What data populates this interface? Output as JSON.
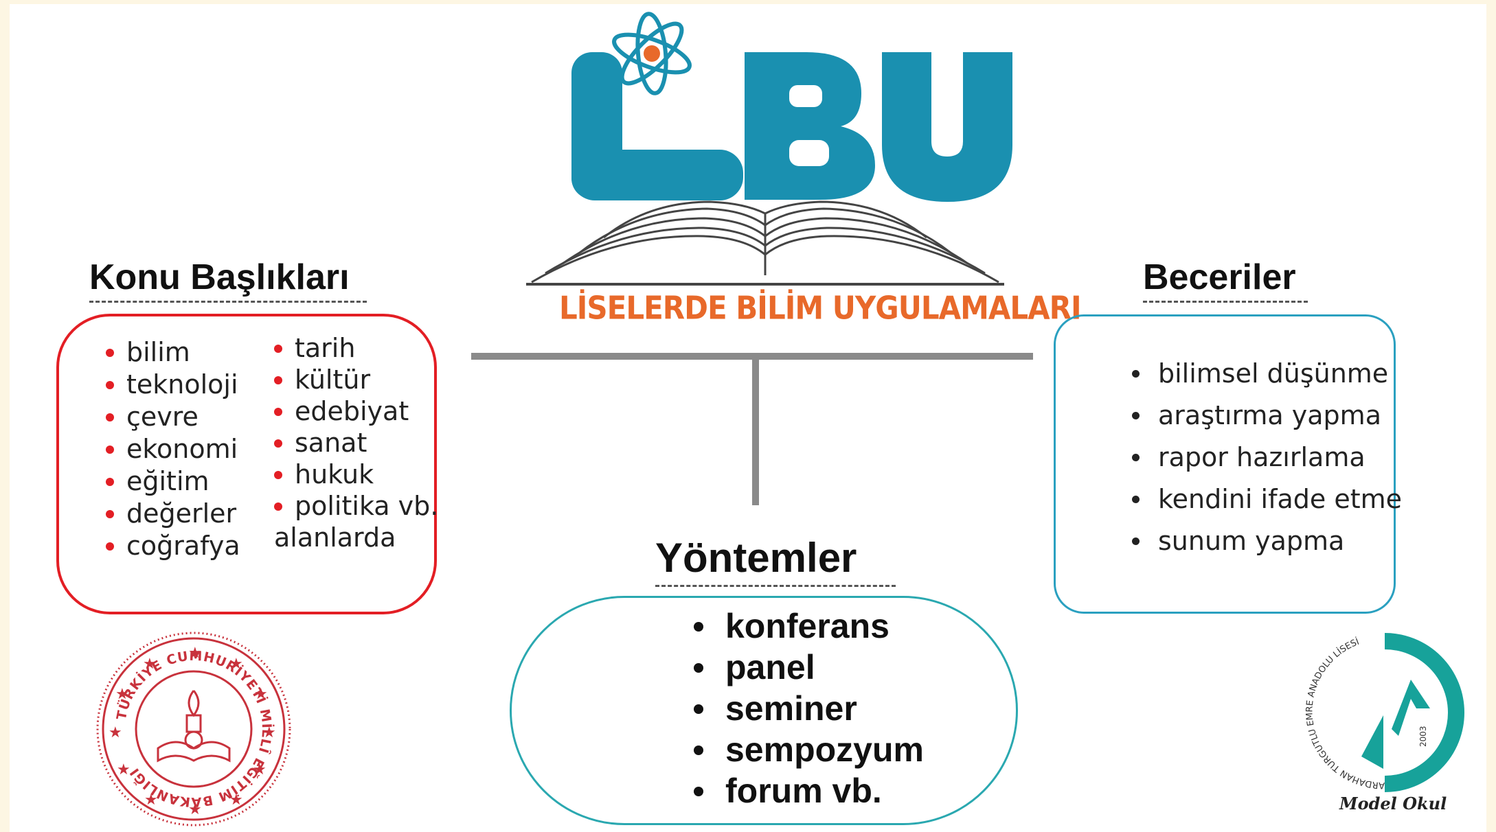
{
  "logo": {
    "letters": "LBU",
    "tagline": "LİSELERDE BİLİM UYGULAMALARI",
    "brand_color": "#1a90b0",
    "accent_color": "#e8692a"
  },
  "topics": {
    "title": "Konu Başlıkları",
    "col1": [
      "bilim",
      "teknoloji",
      "çevre",
      "ekonomi",
      "eğitim",
      "değerler",
      "coğrafya"
    ],
    "col2": [
      "tarih",
      "kültür",
      "edebiyat",
      "sanat",
      "hukuk",
      "politika vb."
    ],
    "col2_continuation": "alanlarda",
    "border_color": "#e31e24",
    "bullet_color": "#e31e24"
  },
  "skills": {
    "title": "Beceriler",
    "items": [
      "bilimsel düşünme",
      "araştırma yapma",
      "rapor hazırlama",
      "kendini ifade etme",
      "sunum yapma"
    ],
    "border_color": "#2aa0c0"
  },
  "methods": {
    "title": "Yöntemler",
    "items": [
      "konferans",
      "panel",
      "seminer",
      "sempozyum",
      "forum vb."
    ],
    "border_color": "#2aa8b0"
  },
  "meb_seal": {
    "text": "TÜRKİYE CUMHURİYETİ MİLLÎ EĞİTİM BAKANLIĞI",
    "color": "#c8323c"
  },
  "school_logo": {
    "arc_text": "ARDAHAN TURGUTLU EMRE ANADOLU LİSESİ",
    "year": "2003",
    "caption": "Model Okul",
    "color": "#17a29a"
  }
}
